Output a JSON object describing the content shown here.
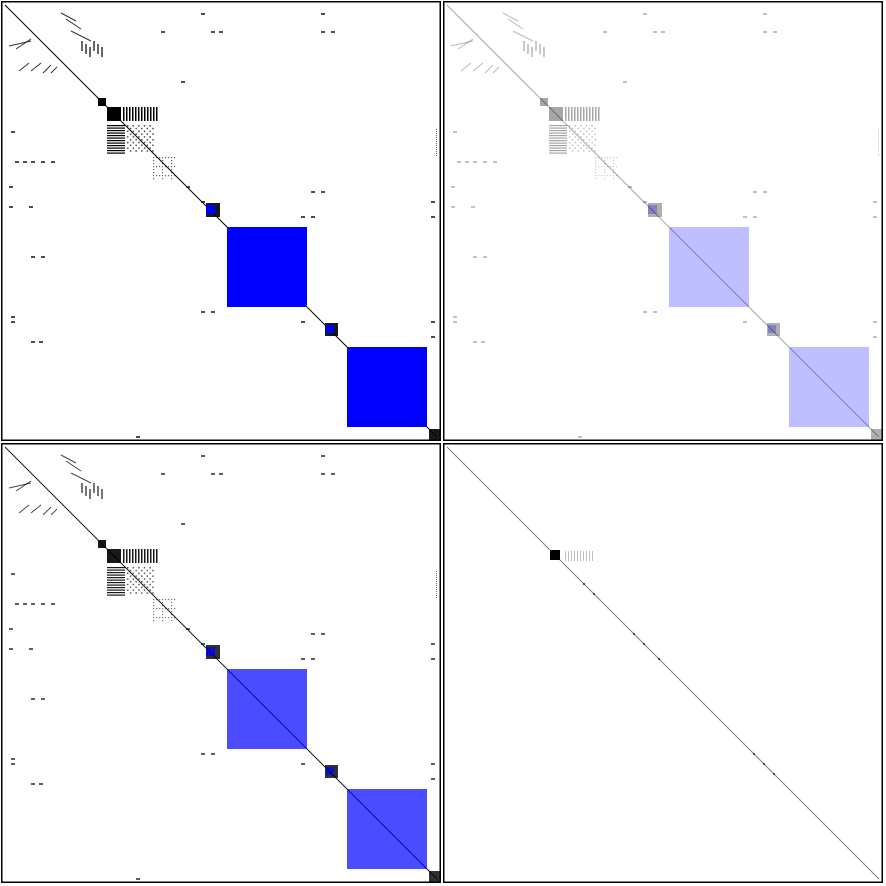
{
  "figure": {
    "description_visible_text": [],
    "colors": {
      "background": "#ffffff",
      "frame": "#000000",
      "ink": "#000000",
      "block_blue": "#0000ff"
    },
    "panels": [
      {
        "name": "top-left",
        "block_opacity": 1.0,
        "ink_opacity": 1.0,
        "show_structure": true
      },
      {
        "name": "top-right",
        "block_opacity": 0.25,
        "ink_opacity": 0.35,
        "show_structure": true
      },
      {
        "name": "bottom-left",
        "block_opacity": 0.7,
        "ink_opacity": 0.9,
        "show_structure": true
      },
      {
        "name": "bottom-right",
        "block_opacity": 0.0,
        "ink_opacity": 0.5,
        "show_structure": false
      }
    ]
  }
}
